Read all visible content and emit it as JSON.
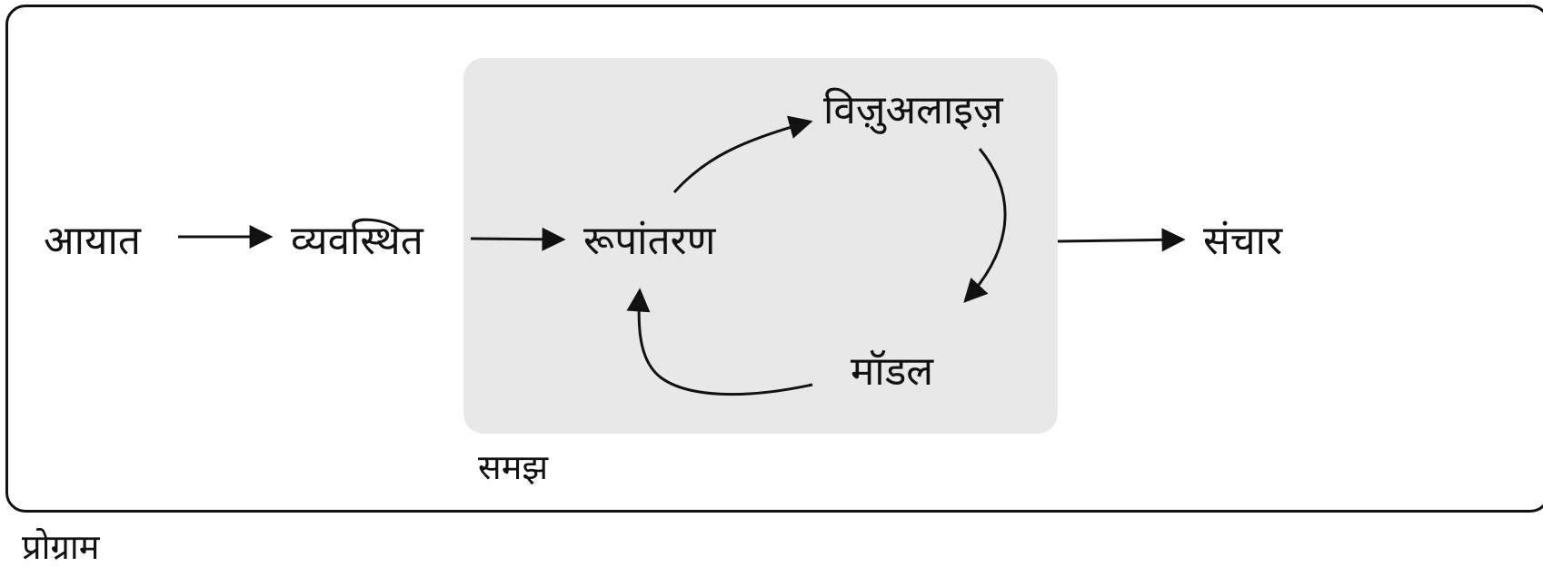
{
  "containers": {
    "program_label": "प्रोग्राम",
    "understand_label": "समझ"
  },
  "nodes": {
    "import": "आयात",
    "tidy": "व्यवस्थित",
    "transform": "रूपांतरण",
    "visualize": "विज़ुअलाइज़",
    "model": "मॉडल",
    "communicate": "संचार"
  },
  "edges": [
    {
      "from": "import",
      "to": "tidy"
    },
    {
      "from": "tidy",
      "to": "transform"
    },
    {
      "from": "transform",
      "to": "visualize"
    },
    {
      "from": "visualize",
      "to": "model"
    },
    {
      "from": "model",
      "to": "transform"
    },
    {
      "from": "understand",
      "to": "communicate"
    }
  ],
  "colors": {
    "stroke": "#111111",
    "understand_fill": "#e8e8e8"
  }
}
